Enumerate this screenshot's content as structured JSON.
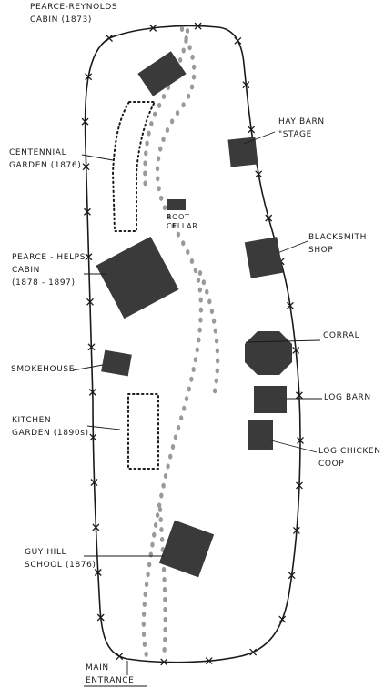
{
  "map": {
    "labels": {
      "pearce_reynolds": [
        "PEARCE-REYNOLDS",
        "CABIN (1873)"
      ],
      "hay_barn": [
        "HAY BARN",
        "\"STAGE"
      ],
      "centennial_garden": [
        "CENTENNIAL",
        "GARDEN (1876)"
      ],
      "root_cellar": [
        "ROOT",
        "CELLAR"
      ],
      "blacksmith_shop": [
        "BLACKSMITH",
        "SHOP"
      ],
      "pearce_helps": [
        "PEARCE - HELPS",
        "CABIN",
        "(1878 - 1897)"
      ],
      "corral": [
        "CORRAL"
      ],
      "smokehouse": [
        "SMOKEHOUSE"
      ],
      "log_barn": [
        "LOG BARN"
      ],
      "kitchen_garden": [
        "KITCHEN",
        "GARDEN (1890s)"
      ],
      "log_chicken_coop": [
        "LOG CHICKEN",
        "COOP"
      ],
      "guy_hill_school": [
        "GUY HILL",
        "SCHOOL (1876)"
      ],
      "main_entrance": [
        "MAIN",
        "ENTRANCE"
      ]
    },
    "colors": {
      "building_fill": "#3a3a3a",
      "fence": "#1a1a1a",
      "path_dots": "#9a9a9a"
    }
  }
}
